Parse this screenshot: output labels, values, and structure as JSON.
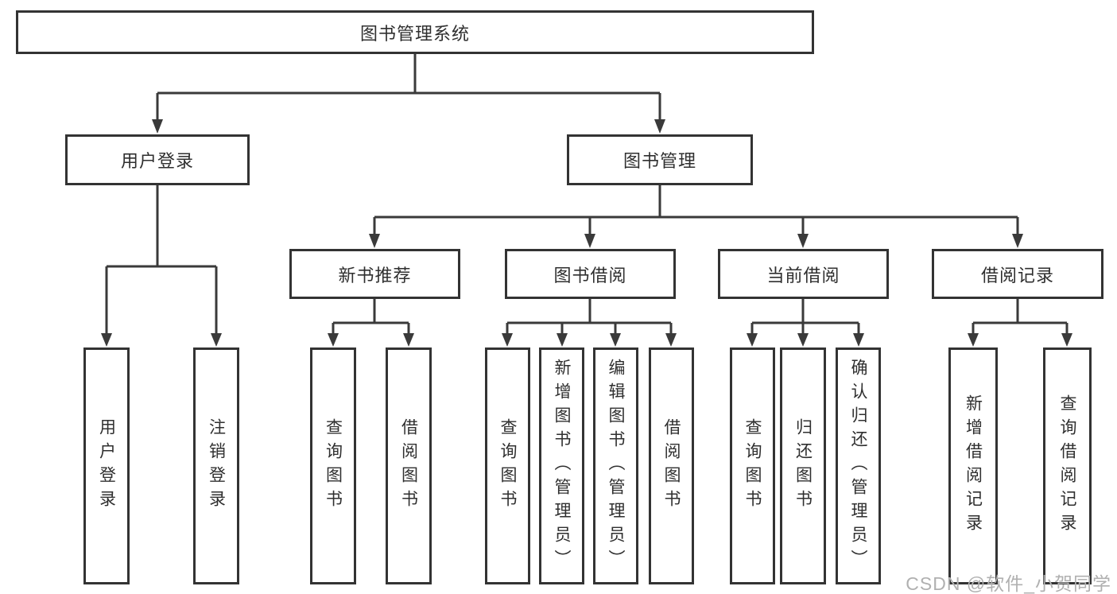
{
  "diagram": {
    "root": {
      "label": "图书管理系统"
    },
    "branches": [
      {
        "label": "用户登录",
        "children": [
          {
            "label": "用户登录"
          },
          {
            "label": "注销登录"
          }
        ]
      },
      {
        "label": "图书管理",
        "children": [
          {
            "label": "新书推荐",
            "children": [
              {
                "label": "查询图书"
              },
              {
                "label": "借阅图书"
              }
            ]
          },
          {
            "label": "图书借阅",
            "children": [
              {
                "label": "查询图书"
              },
              {
                "label": "新增图书（管理员）"
              },
              {
                "label": "编辑图书（管理员）"
              },
              {
                "label": "借阅图书"
              }
            ]
          },
          {
            "label": "当前借阅",
            "children": [
              {
                "label": "查询图书"
              },
              {
                "label": "归还图书"
              },
              {
                "label": "确认归还（管理员）"
              }
            ]
          },
          {
            "label": "借阅记录",
            "children": [
              {
                "label": "新增借阅记录"
              },
              {
                "label": "查询借阅记录"
              }
            ]
          }
        ]
      }
    ]
  },
  "watermark": {
    "text": "CSDN @软件_小贺同学"
  },
  "colors": {
    "line": "#3a3a3a",
    "border": "#333333",
    "text": "#2f2f2f",
    "watermark": "#b0b0b0",
    "background": "#ffffff"
  }
}
